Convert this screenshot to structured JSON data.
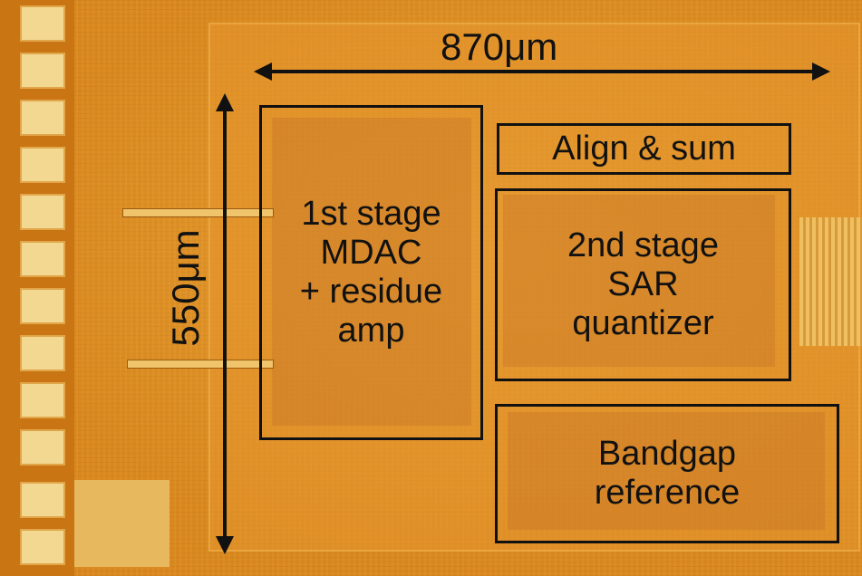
{
  "image": {
    "background_color": "#d8881f",
    "annotation_color": "#111111"
  },
  "dimensions": {
    "width_label": "870μm",
    "height_label": "550μm"
  },
  "blocks": [
    {
      "label": "1st stage\nMDAC\n+ residue\namp"
    },
    {
      "label": "Align & sum"
    },
    {
      "label": "2nd stage\nSAR\nquantizer"
    },
    {
      "label": "Bandgap\nreference"
    }
  ]
}
